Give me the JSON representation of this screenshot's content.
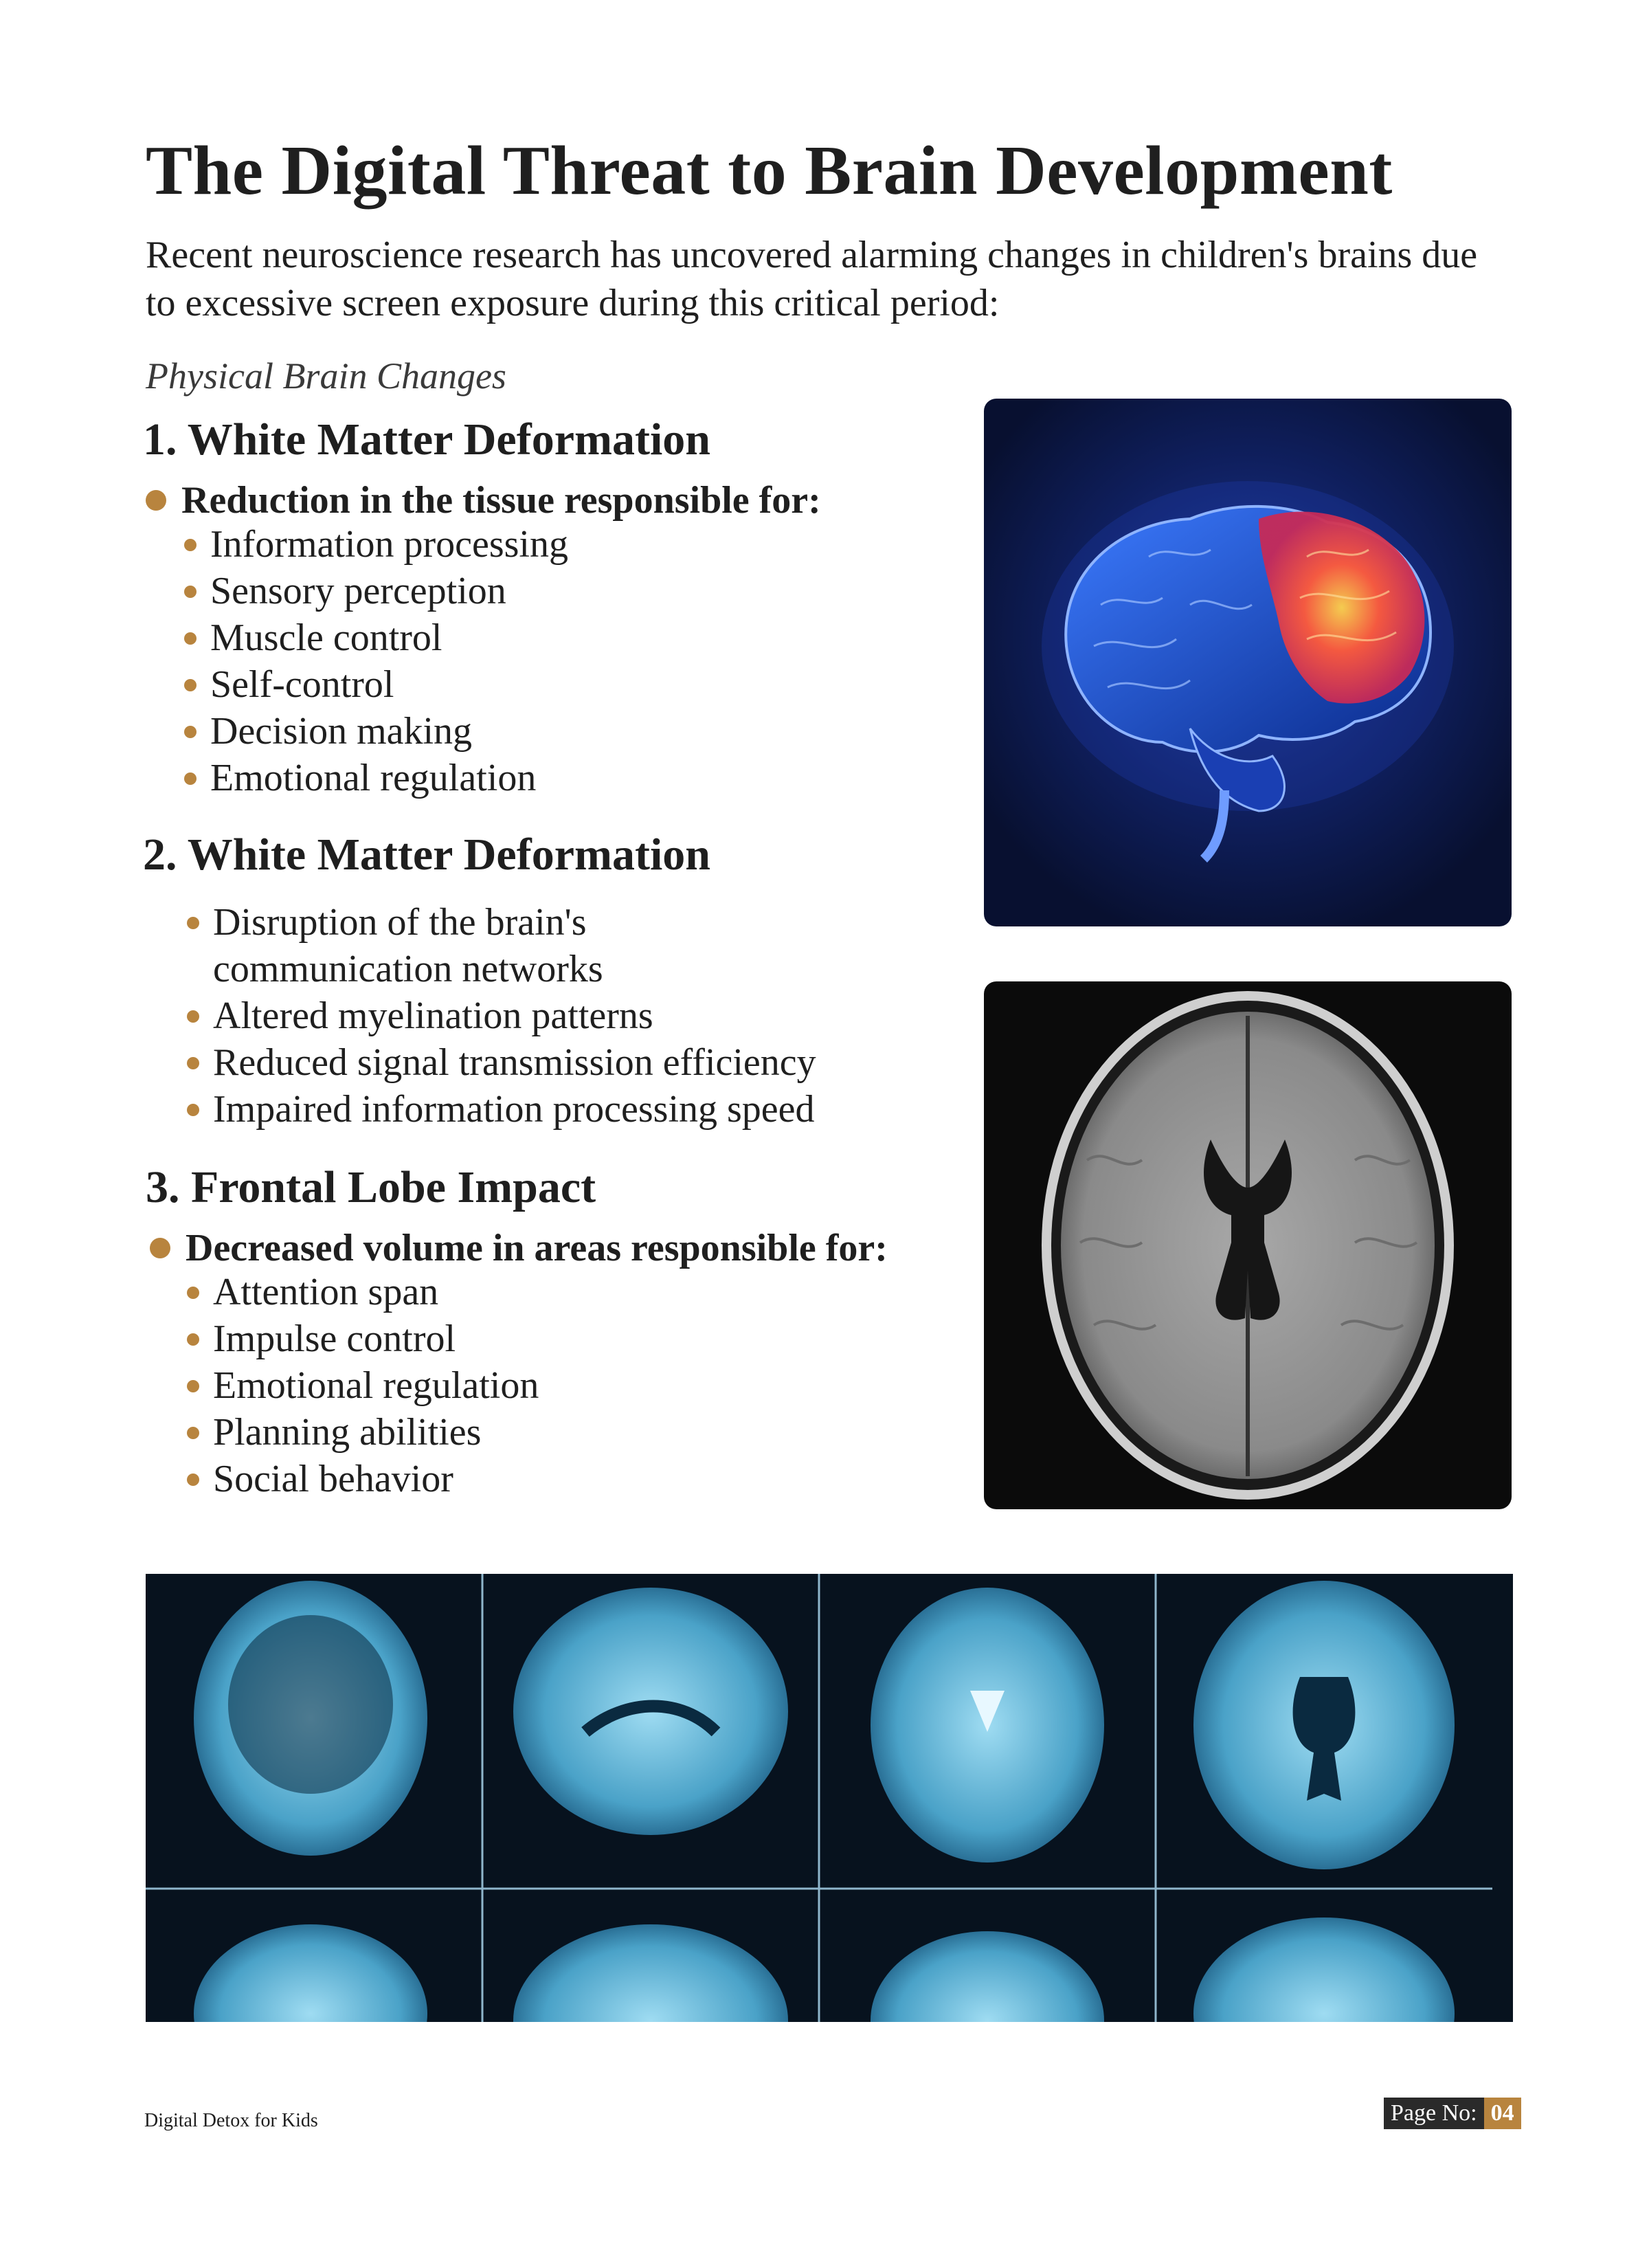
{
  "title": "The Digital Threat to Brain Development",
  "intro": "Recent neuroscience research has uncovered alarming changes in children's brains due to excessive screen exposure during this critical period:",
  "subheading": "Physical Brain Changes",
  "sections": [
    {
      "heading": "1. White Matter Deformation",
      "lead": "Reduction in the tissue responsible for:",
      "items": [
        "Information processing",
        "Sensory perception",
        "Muscle control",
        "Self-control",
        "Decision making",
        "Emotional regulation"
      ]
    },
    {
      "heading": "2. White Matter Deformation",
      "items": [
        "Disruption of the brain's communication networks",
        "Altered myelination patterns",
        "Reduced signal transmission efficiency",
        "Impaired information processing speed"
      ]
    },
    {
      "heading": "3. Frontal Lobe Impact",
      "lead": "Decreased volume in areas responsible for:",
      "items": [
        "Attention span",
        "Impulse control",
        "Emotional regulation",
        "Planning abilities",
        "Social behavior"
      ]
    }
  ],
  "footer": {
    "book_title": "Digital Detox for Kids",
    "page_label": "Page No:",
    "page_number": "04"
  },
  "colors": {
    "accent": "#b8843e",
    "text": "#1f1f1f",
    "page_badge_bg": "#2a2a2a"
  }
}
